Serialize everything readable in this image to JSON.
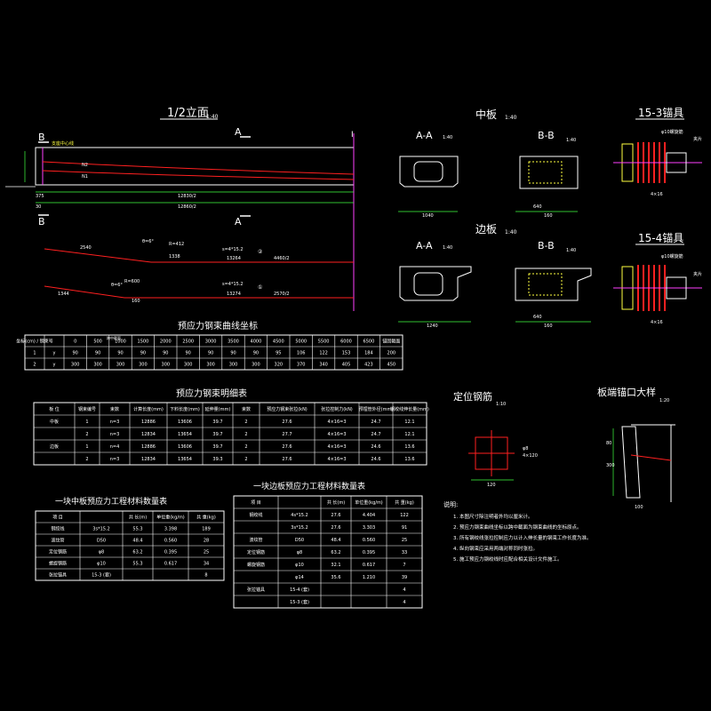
{
  "colors": {
    "bg": "#000000",
    "white": "#ffffff",
    "red": "#ff2020",
    "yellow": "#ffff40",
    "green": "#40ff40",
    "magenta": "#ff40ff",
    "cyan": "#40ffff",
    "grey": "#a0a0a0",
    "blue": "#4060ff"
  },
  "elevation": {
    "title": "1/2立面",
    "scale": "1:40",
    "section_B": "B",
    "section_A": "A",
    "center_mark": "I",
    "label_anchor": "支座中心线",
    "label_n2": "N2",
    "label_n1": "N1",
    "dim_half1": "12830/2",
    "dim_half2": "12860/2",
    "dim_left1": "375",
    "dim_left2": "30",
    "tendon2": {
      "len1": "2540",
      "angle": "θ=6°",
      "r": "R=412",
      "seg": "1338",
      "spec": "s=4*15.2",
      "len2": "13264",
      "half": "4460/2",
      "circle": "②"
    },
    "tendon1": {
      "len1": "1344",
      "angle": "θ=6°",
      "r": "R=600",
      "seg": "160",
      "spec": "s=4*15.2",
      "len2": "13274",
      "half": "2570/2",
      "circle": "①"
    }
  },
  "mid_slab": {
    "title": "中板",
    "scale": "1:40",
    "aa": "A-A",
    "bb": "B-B",
    "aa_scale": "1:40",
    "bb_scale": "1:40",
    "dims": [
      "1040",
      "640",
      "160"
    ]
  },
  "side_slab": {
    "title": "边板",
    "scale": "1:40",
    "aa": "A-A",
    "bb": "B-B",
    "aa_scale": "1:40",
    "bb_scale": "1:40",
    "dims": [
      "1240",
      "640",
      "160"
    ]
  },
  "anchor_153": {
    "title": "15-3锚具",
    "note1": "φ10螺旋筋",
    "note2": "夹片",
    "dim": "4×16"
  },
  "anchor_154": {
    "title": "15-4锚具",
    "note1": "φ10螺旋筋",
    "note2": "夹片",
    "dim": "4×16"
  },
  "coord_table": {
    "title": "预应力钢束曲线坐标",
    "head_corner_top": "坐标(cm)",
    "head_corner_bot": "钢束号",
    "head_mid": "跨中截面",
    "cols": [
      "0",
      "500",
      "1000",
      "1500",
      "2000",
      "2500",
      "3000",
      "3500",
      "4000",
      "4500",
      "5000",
      "5500",
      "6000",
      "6500"
    ],
    "last_col": "锚固截面",
    "rows": [
      {
        "no": "1",
        "axis": "y",
        "vals": [
          "90",
          "90",
          "90",
          "90",
          "90",
          "90",
          "90",
          "90",
          "90",
          "95",
          "106",
          "122",
          "153",
          "184",
          "200"
        ]
      },
      {
        "no": "2",
        "axis": "y",
        "vals": [
          "300",
          "300",
          "300",
          "300",
          "300",
          "300",
          "300",
          "300",
          "300",
          "320",
          "370",
          "340",
          "405",
          "423",
          "450"
        ]
      }
    ]
  },
  "detail_table": {
    "title": "预应力钢束明细表",
    "headers": [
      "板 位",
      "钢束编号",
      "束数",
      "计算长度(mm)",
      "下料长度(mm)",
      "延伸量(mm)",
      "束数",
      "预应力钢束张拉(kN)",
      "张拉控制力(kN)",
      "预埋管外径(mm)",
      "钢绞线伸长量(mm)"
    ],
    "groups": [
      {
        "name": "中板",
        "rows": [
          [
            "1",
            "n=3",
            "12886",
            "13606",
            "39.7",
            "2",
            "27.6",
            "4×16=3",
            "24.7",
            "12.1"
          ],
          [
            "2",
            "n=3",
            "12834",
            "13654",
            "39.7",
            "2",
            "27.7",
            "4×16=3",
            "24.7",
            "12.1"
          ]
        ]
      },
      {
        "name": "边板",
        "rows": [
          [
            "1",
            "n=4",
            "12886",
            "13606",
            "39.7",
            "2",
            "27.6",
            "4×16=3",
            "24.6",
            "13.6"
          ],
          [
            "2",
            "n=3",
            "12834",
            "13654",
            "39.3",
            "2",
            "27.6",
            "4×16=3",
            "24.6",
            "13.6"
          ]
        ]
      }
    ]
  },
  "mid_qty_table": {
    "title": "一块中板预应力工程材料数量表",
    "headers": [
      "项 目",
      "",
      "共 长(m)",
      "单位重(kg/m)",
      "共 重(kg)"
    ],
    "rows": [
      [
        "钢绞线",
        "3s*15.2",
        "55.3",
        "3.398",
        "189"
      ],
      [
        "波纹管",
        "D50",
        "48.4",
        "0.560",
        "28"
      ],
      [
        "定位钢筋",
        "φ8",
        "63.2",
        "0.395",
        "25"
      ],
      [
        "螺旋钢筋",
        "φ10",
        "55.3",
        "0.617",
        "34"
      ],
      [
        "张拉锚具",
        "15-3 (套)",
        "",
        "",
        "8"
      ]
    ]
  },
  "side_qty_table": {
    "title": "一块边板预应力工程材料数量表",
    "headers": [
      "项 目",
      "",
      "共 长(m)",
      "单位重(kg/m)",
      "共 重(kg)"
    ],
    "rows": [
      [
        "钢绞线",
        "4s*15.2",
        "27.6",
        "4.404",
        "122"
      ],
      [
        "",
        "3s*15.2",
        "27.6",
        "3.303",
        "91"
      ],
      [
        "波纹管",
        "D50",
        "48.4",
        "0.560",
        "25"
      ],
      [
        "定位钢筋",
        "φ8",
        "63.2",
        "0.395",
        "33"
      ],
      [
        "螺旋钢筋",
        "φ10",
        "32.1",
        "0.617",
        "7"
      ],
      [
        "",
        "φ14",
        "35.6",
        "1.210",
        "39"
      ],
      [
        "张拉锚具",
        "15-4 (套)",
        "",
        "",
        "4"
      ],
      [
        "",
        "15-3 (套)",
        "",
        "",
        "4"
      ]
    ]
  },
  "locating_bar": {
    "title": "定位钢筋",
    "scale": "1:10",
    "note": "φ8",
    "note2": "4×120",
    "dim": "120"
  },
  "anchor_detail": {
    "title": "板端锚口大样",
    "scale": "1:20",
    "dims": [
      "80",
      "300",
      "100"
    ]
  },
  "notes": {
    "title": "说明:",
    "items": [
      "1. 本图尺寸除注明者外均以厘米计。",
      "2. 预应力钢束曲线坐标以跨中截面为钢束曲线的坐标原点。",
      "3. 所有钢绞线张拉控制应力以计入伸长量的钢束工作长度为准。",
      "4. 纵向钢束应采用两端对称同时张拉。",
      "5. 施工预应力钢绞线时应配合相关设计文件施工。"
    ]
  }
}
